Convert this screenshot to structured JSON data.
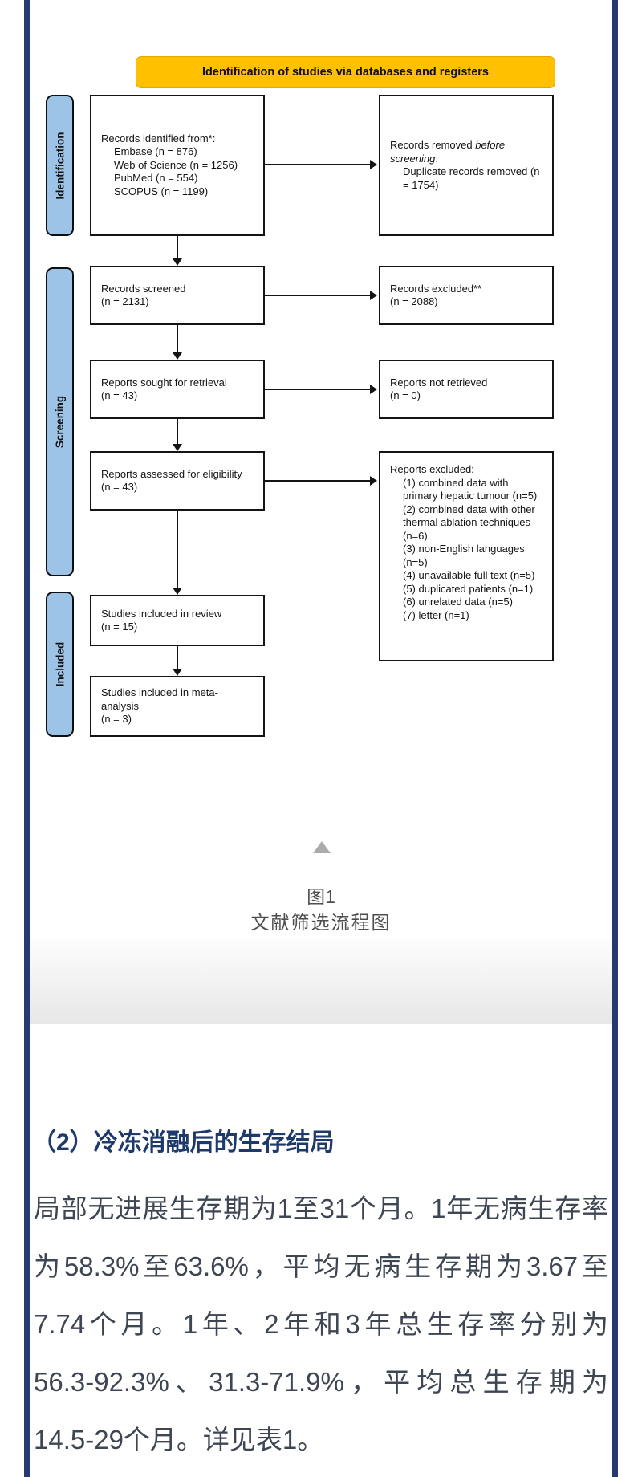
{
  "flowchart": {
    "banner": "Identification of studies via databases and registers",
    "stages": [
      "Identification",
      "Screening",
      "Included"
    ],
    "identified": {
      "title": "Records identified from*:",
      "items": [
        "Embase (n = 876)",
        "Web of Science (n = 1256)",
        "PubMed (n = 554)",
        "SCOPUS (n = 1199)"
      ]
    },
    "removed": {
      "pre": "Records removed ",
      "em": "before screening",
      "post": ":",
      "item": "Duplicate records removed (n = 1754)"
    },
    "screened": {
      "l1": "Records screened",
      "l2": "(n = 2131)"
    },
    "records_excluded": {
      "l1": "Records excluded**",
      "l2": "(n = 2088)"
    },
    "sought": {
      "l1": "Reports sought for retrieval",
      "l2": "(n = 43)"
    },
    "not_retrieved": {
      "l1": "Reports not retrieved",
      "l2": "(n = 0)"
    },
    "assessed": {
      "l1": "Reports assessed for eligibility",
      "l2": "(n = 43)"
    },
    "reports_excluded": {
      "title": "Reports excluded:",
      "reasons": [
        "(1) combined data with primary hepatic tumour (n=5)",
        "(2) combined data with other thermal ablation techniques (n=6)",
        "(3) non-English languages (n=5)",
        "(4) unavailable full text (n=5)",
        "(5) duplicated patients (n=1)",
        "(6) unrelated data (n=5)",
        "(7) letter (n=1)"
      ]
    },
    "included_review": {
      "l1": "Studies included in review",
      "l2": "(n = 15)"
    },
    "included_meta": {
      "l1": "Studies included in meta-",
      "l2": "analysis",
      "l3": "(n = 3)"
    }
  },
  "caption": {
    "fig": "图1",
    "title": "文献筛选流程图"
  },
  "section": {
    "heading": "（2）冷冻消融后的生存结局",
    "lines": [
      "局部无进展生存期为1至31个月。1年无病生存率",
      "为58.3%至63.6%，平均无病生存期为3.67至",
      "7.74个月。1年、2年和3年总生存率分别为",
      "56.3-92.3%、31.3-71.9%，平均总生存期为",
      "14.5-29个月。详见表1。"
    ]
  },
  "colors": {
    "banner_yellow": "#FFC000",
    "stage_tab_blue": "#9DC3E6",
    "page_border_navy": "#273A6E",
    "heading_navy": "#1E3A6C",
    "caption_grey": "#4E4E4E"
  }
}
